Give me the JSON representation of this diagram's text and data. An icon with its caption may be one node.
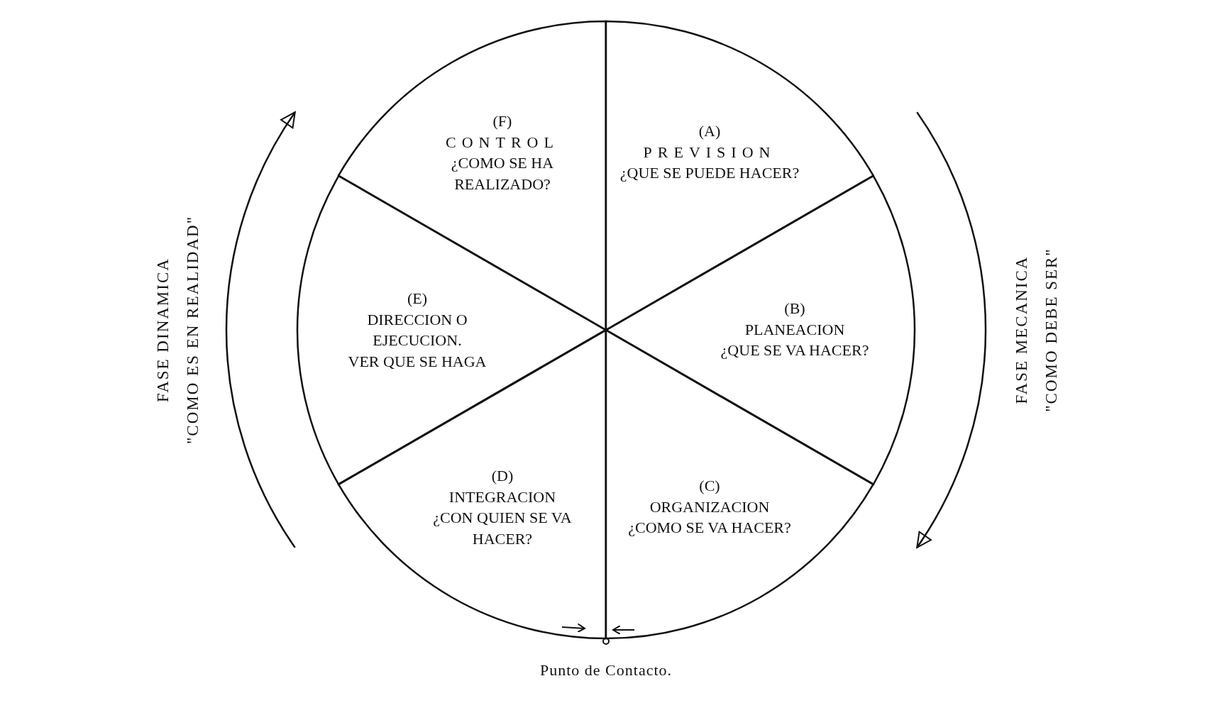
{
  "diagram": {
    "nodes": [
      {
        "text": [
          "(A)",
          "PREVISION",
          "¿QUE SE PUEDE HACER?"
        ]
      },
      {
        "text": [
          "(B)",
          "PLANEACION",
          "¿QUE SE VA HACER?"
        ]
      },
      {
        "text": [
          "(C)",
          "ORGANIZACION",
          "¿COMO SE VA HACER?"
        ]
      },
      {
        "text": [
          "(D)",
          "INTEGRACION",
          "¿CON QUIEN SE VA HACER?"
        ]
      },
      {
        "text": [
          "(E)",
          "DIRECCION O EJECUCION.",
          "VER QUE SE HAGA"
        ]
      },
      {
        "text": [
          "(F)",
          "CONTROL",
          "¿COMO SE HA REALIZADO?"
        ]
      }
    ],
    "edges": [],
    "labels": [
      "FASE DINAMICA",
      "\"COMO ES EN REALIDAD\"",
      "FASE MECANICA",
      "\"COMO DEBE SER\"",
      "Punto de Contacto."
    ]
  }
}
